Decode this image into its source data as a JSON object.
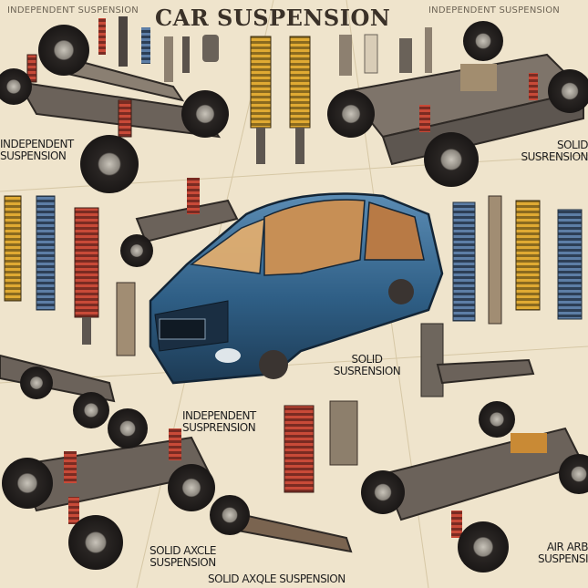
{
  "title": "CAR SUSPENSION",
  "top_left_caption": "INDEPENDENT SUSPENSION",
  "top_right_caption": "INDEPENDENT SUSPENSION",
  "labels": {
    "left_independent_line1": "INDEPENDENT",
    "left_independent_line2": "SUSPENSION",
    "right_solid_line1": "SOLID",
    "right_solid_line2": "SUSRENSION",
    "center_solid_line1": "SOLID",
    "center_solid_line2": "SUSRENSION",
    "center_independent_line1": "INDEPENDENT",
    "center_independent_line2": "SUSPRENSION",
    "solid_axle_line1": "SOLID AXCLE",
    "solid_axle_line2": "SUSPENSION",
    "air_line1": "AIR ARB",
    "air_line2": "SUSPENSI",
    "bottom": "SOLID AXQLE SUSPENSION"
  },
  "colors": {
    "background": "#efe4cc",
    "car_body": "#2f5f86",
    "spring_red": "#c3392c",
    "spring_yellow": "#d9a12a",
    "spring_blue": "#3e5f86",
    "metal": "#59514a"
  }
}
